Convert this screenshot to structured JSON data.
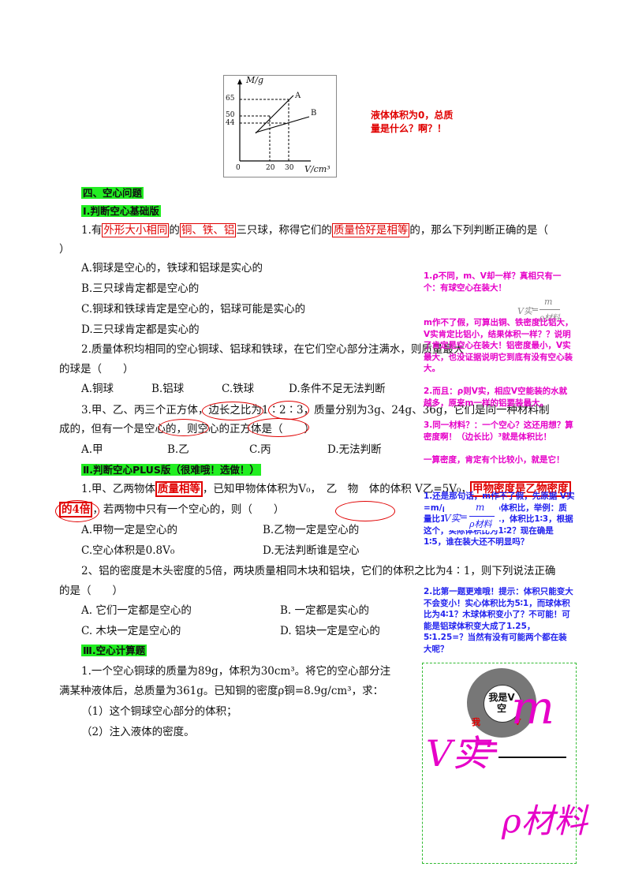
{
  "graph": {
    "y_axis_label": "M/g",
    "x_axis_label": "V/cm³",
    "y_ticks": [
      "65",
      "50",
      "44"
    ],
    "x_ticks": [
      "0",
      "20",
      "30"
    ],
    "line_labels": [
      "A",
      "B"
    ]
  },
  "top_note": {
    "line1": "液体体积为0，总质",
    "line2": "量是什么？啊？！"
  },
  "section4": {
    "title": "四、空心问题",
    "sub1": "Ⅰ.判断空心基础版",
    "q1": {
      "p1": "1.有",
      "b1": "外形大小相同",
      "p2": "的",
      "b2": "铜、铁、铝",
      "p3": "三只球，称得它们的",
      "b3": "质量恰好是相等",
      "p4": "的，那么下列判断正确的是（",
      "p5": "）",
      "options": [
        "A.铜球是空心的，铁球和铝球是实心的",
        "B.三只球肯定都是空心的",
        "C.铜球和铁球肯定是空心的，铝球可能是实心的",
        "D.三只球肯定都是实心的"
      ]
    },
    "q2": {
      "line1": "2.质量体积均相同的空心铜球、铝球和铁球，在它们空心部分注满水，则质量最大",
      "line2": "的球是（　　）",
      "options": [
        "A.铜球",
        "B.铝球",
        "C.铁球",
        "D.条件不足无法判断"
      ]
    },
    "q3": {
      "line1": "3.甲、乙、丙三个正方体，边长之比为1∶2∶3，质量分别为3g、24g、36g，它们是同一种材料制",
      "line2": "成的，但有一个是空心的，则空心的正方体是（　　）",
      "options": [
        "A.甲",
        "B.乙",
        "C.丙",
        "D.无法判断"
      ]
    },
    "sub2": "Ⅱ.判断空心PLUS版（很难哦！选做！）",
    "q4": {
      "p1": "1.甲、乙两物体",
      "b1": "质量相等",
      "p2": "，已知甲物体体积为V₀，　乙　物　体的体积 V乙=5V₀，",
      "b2": "甲物密度是乙物密度",
      "b3": "的4倍",
      "p3": "，若两物中只有一个空心的，则（　　）",
      "options": [
        "A.甲物一定是空心的",
        "B.乙物一定是空心的",
        "C.空心体积是0.8V₀",
        "D.无法判断谁是空心"
      ]
    },
    "q5": {
      "line1": "2、铝的密度是木头密度的5倍，两块质量相同木块和铝块，它们的体积之比为4∶1，则下列说法正确",
      "line2": "的是（　　）",
      "options": [
        "A. 它们一定都是空心的",
        "B. 一定都是实心的",
        "C. 木块一定是空心的",
        "D. 铝块一定是空心的"
      ]
    },
    "sub3": "Ⅲ.空心计算题",
    "q6": {
      "line1": "1.一个空心铜球的质量为89g，体积为30cm³。将它的空心部分注",
      "line2": "满某种液体后，总质量为361g。已知铜的密度ρ铜=8.9g/cm³，求：",
      "sub1": "（1）这个铜球空心部分的体积；",
      "sub2": "（2）注入液体的密度。"
    }
  },
  "side_notes": {
    "mag1": "1.ρ不同，m、V却一样？真相只有一个：有球空心在装大！",
    "mag2": "m作不了假，可算出铜、铁密度比铝大，V实肯定比铝小，结果体积一样？？说明了肯定是空心在装大！铝密度最小，V实最大，也没证据说明它到底有没有空心装大。",
    "mag3": "2.而且：ρ则V实，相应V空能装的水就越多，原来m一样的铝要装最大。",
    "mag4": "3.同一材料？：一个空心？这还用想？算密度啊！（边长比）³就是体积比！",
    "mag5": "一算密度，肯定有个比较小，就是它！",
    "blue1": "1.还是那句话，m作不了假，先原据 V实=m/ρ材料 算出实心体积比，举例：质量比1∶1，密度比2∶1，体积比1∶3，根据这个，实际体积比为1∶2？现在确是1∶5，谁在装大还不明显吗？",
    "blue2": "2.比第一题更难哦！提示：体积只能变大不会变小！实心体积比为5∶1，而球体积比为4∶1？木球体积变小了？不可能！可能是铝球体积变大成了1.25，5∶1.25=？当然有没有可能两个都在装大呢？",
    "formula_small_lhs": "V实",
    "formula_small_num": "m",
    "formula_small_den": "ρ材料",
    "formula_mid_lhs": "V实",
    "formula_mid_num": "m",
    "formula_mid_den": "ρ材料",
    "circle_inner": "我是V空",
    "circle_me": "我",
    "circle_v": "V",
    "big_lhs": "V实",
    "big_num": "m",
    "big_den": "ρ材料"
  }
}
